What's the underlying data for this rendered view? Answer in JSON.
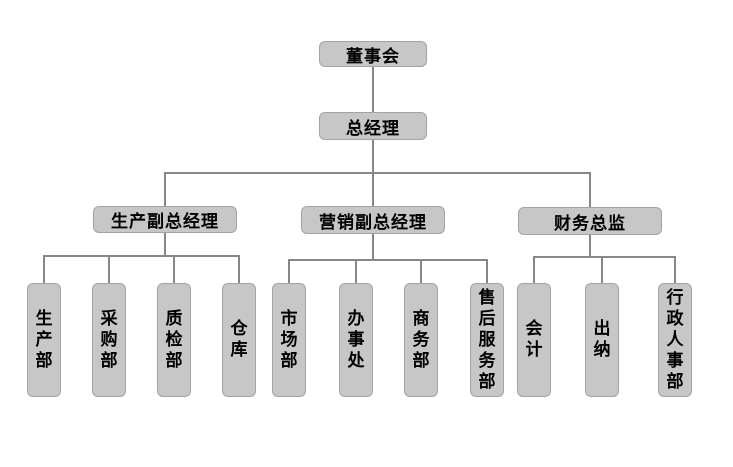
{
  "org": {
    "nodes": {
      "board": "董事会",
      "general_manager": "总经理",
      "vp_production": "生产副总经理",
      "vp_marketing": "营销副总经理",
      "finance_director": "财务总监",
      "production_dept": "生产部",
      "purchasing_dept": "采购部",
      "quality_dept": "质检部",
      "warehouse": "仓　库",
      "market_dept": "市场部",
      "office": "办事处",
      "commerce_dept": "商务部",
      "after_sales_dept": "售后服务部",
      "accountant": "会　计",
      "cashier": "出　纳",
      "admin_hr_dept": "行政人事部"
    },
    "hierarchy": [
      {
        "parent": "board",
        "children": [
          "general_manager"
        ]
      },
      {
        "parent": "general_manager",
        "children": [
          "vp_production",
          "vp_marketing",
          "finance_director"
        ]
      },
      {
        "parent": "vp_production",
        "children": [
          "production_dept",
          "purchasing_dept",
          "quality_dept",
          "warehouse"
        ]
      },
      {
        "parent": "vp_marketing",
        "children": [
          "market_dept",
          "office",
          "commerce_dept",
          "after_sales_dept"
        ]
      },
      {
        "parent": "finance_director",
        "children": [
          "accountant",
          "cashier",
          "admin_hr_dept"
        ]
      }
    ],
    "colors": {
      "node_fill": "#c7c7c7",
      "node_border": "#a3a3a3",
      "connector": "#878787",
      "text": "#000000",
      "background": "#ffffff"
    }
  }
}
